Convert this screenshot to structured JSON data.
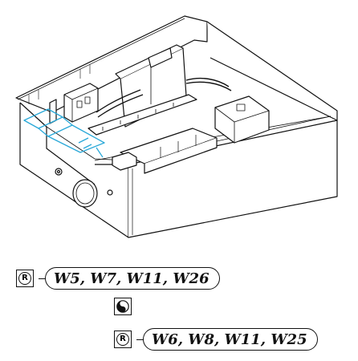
{
  "references": [
    {
      "icon": "registered-r-icon",
      "icon_letter": "R",
      "text": "W5, W7, W11, W26"
    },
    {
      "icon": "yin-yang-icon"
    },
    {
      "icon": "registered-r-icon",
      "icon_letter": "R",
      "text": "W6, W8, W11, W25"
    }
  ],
  "colors": {
    "line": "#111111",
    "highlight": "#29a8d8",
    "fill": "#ffffff"
  }
}
